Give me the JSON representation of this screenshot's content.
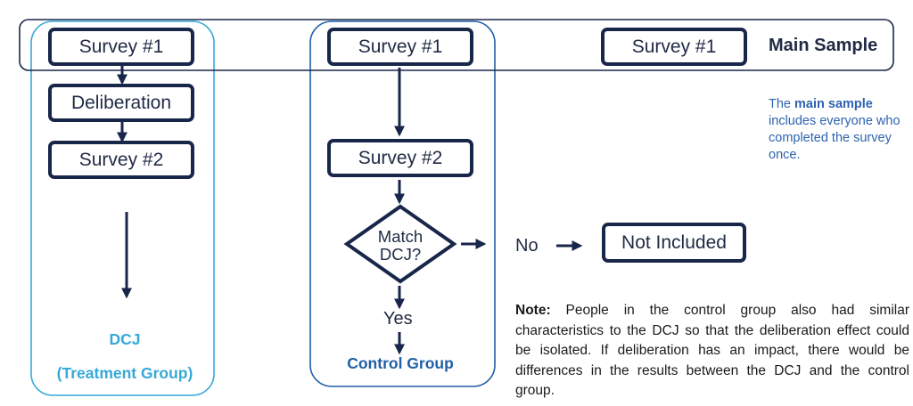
{
  "colors": {
    "dark": "#18264a",
    "treatment": "#36a9d8",
    "control": "#1f5fa6",
    "info": "#2e63b0"
  },
  "main_sample": {
    "label": "Main Sample"
  },
  "info_note": {
    "prefix": "The ",
    "bold": "main sample",
    "suffix": " includes everyone who completed the survey once."
  },
  "treatment": {
    "survey1": "Survey #1",
    "deliberation": "Deliberation",
    "survey2": "Survey #2",
    "title_line1": "DCJ",
    "title_line2": "(Treatment Group)"
  },
  "control": {
    "survey1": "Survey #1",
    "survey2": "Survey #2",
    "decision": "Match DCJ?",
    "yes": "Yes",
    "no": "No",
    "not_included": "Not Included",
    "title": "Control Group"
  },
  "main_group": {
    "survey1": "Survey #1"
  },
  "note": {
    "bold": "Note:",
    "text": " People in the control group also had similar characteristics to the DCJ so that the deliberation effect could be isolated. If deliberation has an impact, there would be differences in the results between the DCJ and the control group."
  }
}
